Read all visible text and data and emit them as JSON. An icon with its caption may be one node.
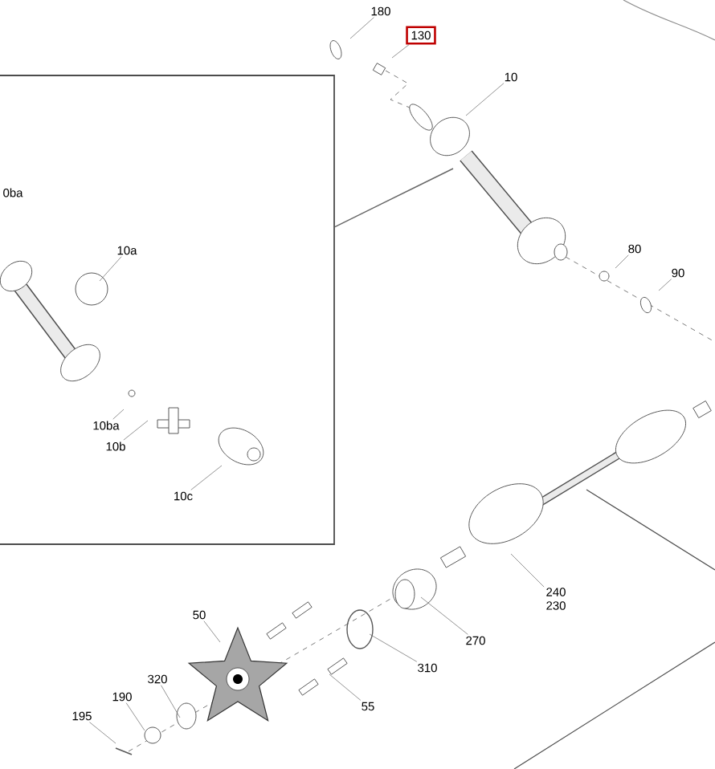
{
  "diagram": {
    "nodes": [
      {
        "text": [
          "180"
        ]
      },
      {
        "text": [
          "130"
        ]
      },
      {
        "text": [
          "10"
        ]
      },
      {
        "text": [],
        "shape": "box"
      },
      {
        "text": [
          "0ba"
        ],
        "in": 3
      },
      {
        "text": [
          "10a"
        ],
        "in": 3
      },
      {
        "text": [
          "10ba"
        ],
        "in": 3
      },
      {
        "text": [
          "10b"
        ],
        "in": 3
      },
      {
        "text": [
          "10c"
        ],
        "in": 3
      },
      {
        "text": [
          "80"
        ]
      },
      {
        "text": [
          "90"
        ]
      },
      {
        "text": [
          "240",
          "230"
        ]
      },
      {
        "text": [
          "270"
        ]
      },
      {
        "text": [
          "310"
        ]
      },
      {
        "text": [
          "50"
        ]
      },
      {
        "text": [
          "55"
        ]
      },
      {
        "text": [
          "320"
        ]
      },
      {
        "text": [
          "190"
        ]
      },
      {
        "text": [
          "195"
        ]
      }
    ],
    "edges": [
      {
        "from": 0,
        "to": null,
        "arrow": "none"
      },
      {
        "from": 1,
        "to": null,
        "arrow": "none"
      },
      {
        "from": 2,
        "to": null,
        "arrow": "none"
      },
      {
        "from": 3,
        "to": null,
        "arrow": "none"
      },
      {
        "from": 5,
        "to": null,
        "arrow": "none"
      },
      {
        "from": 6,
        "to": null,
        "arrow": "none"
      },
      {
        "from": 7,
        "to": null,
        "arrow": "none"
      },
      {
        "from": 8,
        "to": null,
        "arrow": "none"
      },
      {
        "from": 9,
        "to": null,
        "arrow": "none"
      },
      {
        "from": 10,
        "to": null,
        "arrow": "none"
      },
      {
        "from": 11,
        "to": null,
        "arrow": "none"
      },
      {
        "from": 12,
        "to": null,
        "arrow": "none"
      },
      {
        "from": 13,
        "to": null,
        "arrow": "none"
      },
      {
        "from": 14,
        "to": null,
        "arrow": "none"
      },
      {
        "from": 15,
        "to": null,
        "arrow": "none"
      },
      {
        "from": 16,
        "to": null,
        "arrow": "none"
      },
      {
        "from": 17,
        "to": null,
        "arrow": "none"
      },
      {
        "from": 18,
        "to": null,
        "arrow": "none"
      }
    ]
  }
}
